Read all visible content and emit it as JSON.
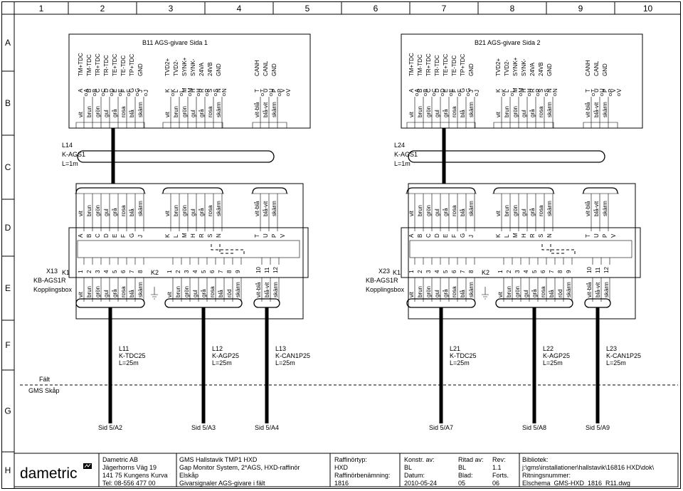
{
  "columns": [
    "1",
    "2",
    "3",
    "4",
    "5",
    "6",
    "7",
    "8",
    "9",
    "10"
  ],
  "rows": [
    "A",
    "B",
    "C",
    "D",
    "E",
    "F",
    "G",
    "H"
  ],
  "units": [
    {
      "title": "B11   AGS-givare Sida 1",
      "cable_top": {
        "id": "L14",
        "type": "K-AGS1",
        "len": "L=1m"
      },
      "box": {
        "id": "X13",
        "type": "KB-AGS1R",
        "name": "Kopplingsbox"
      },
      "field_cables": [
        {
          "id": "L11",
          "type": "K-TDC25",
          "len": "L=25m",
          "sheet": "Sid 5/A2"
        },
        {
          "id": "L12",
          "type": "K-AGP25",
          "len": "L=25m",
          "sheet": "Sid 5/A3"
        },
        {
          "id": "L13",
          "type": "K-CAN1P25",
          "len": "L=25m",
          "sheet": "Sid 5/A4"
        }
      ]
    },
    {
      "title": "B21   AGS-givare Sida 2",
      "cable_top": {
        "id": "L24",
        "type": "K-AGS1",
        "len": "L=1m"
      },
      "box": {
        "id": "X23",
        "type": "KB-AGS1R",
        "name": "Kopplingsbox"
      },
      "field_cables": [
        {
          "id": "L21",
          "type": "K-TDC25",
          "len": "L=25m",
          "sheet": "Sid 5/A7"
        },
        {
          "id": "L22",
          "type": "K-AGP25",
          "len": "L=25m",
          "sheet": "Sid 5/A8"
        },
        {
          "id": "L23",
          "type": "K-CAN1P25",
          "len": "L=25m",
          "sheet": "Sid 5/A9"
        }
      ]
    }
  ],
  "groups": [
    {
      "signals": [
        "TM+TDC",
        "TM-TDC",
        "TR+TDC",
        "TR-TDC",
        "TE+TDC",
        "TE-TDC",
        "TP+TDC",
        "GND"
      ],
      "pins": [
        "A",
        "B",
        "C",
        "D",
        "E",
        "F",
        "G",
        "J"
      ],
      "wires": [
        "vit",
        "brun",
        "grön",
        "gul",
        "grå",
        "rosa",
        "blå",
        "skärm"
      ],
      "k_label": "K1",
      "k_nums": [
        "1",
        "2",
        "3",
        "4",
        "5",
        "6",
        "7",
        "8"
      ],
      "k_wires": [
        "vit",
        "brun",
        "grön",
        "gul",
        "grå",
        "rosa",
        "blå",
        "skärm"
      ]
    },
    {
      "signals": [
        "TVD2+",
        "TVD2-",
        "SYNK+",
        "SYNK-",
        "24VA",
        "24VB",
        "GND"
      ],
      "pins": [
        "K",
        "L",
        "M",
        "H",
        "R",
        "S",
        "N"
      ],
      "wires": [
        "vit",
        "brun",
        "grön",
        "gul",
        "grå",
        "rosa",
        "skärm"
      ],
      "k_label": "K2",
      "k_nums": [
        "1",
        "2",
        "3",
        "4",
        "5",
        "6",
        "7",
        "8",
        "9"
      ],
      "k_wires": [
        "vit",
        "brun",
        "grön",
        "gul",
        "grå",
        "rosa",
        "blå",
        "röd",
        "skärm"
      ]
    },
    {
      "signals": [
        "CANH",
        "CANL",
        "GND",
        ""
      ],
      "pins": [
        "T",
        "U",
        "P",
        "V"
      ],
      "wires": [
        "vit-blå",
        "blå-vit",
        "skärm",
        ""
      ],
      "k_label": "",
      "k_nums": [
        "10",
        "11",
        "12"
      ],
      "k_wires": [
        "vit-blå",
        "blå-vit",
        "skärm"
      ]
    }
  ],
  "zone": {
    "upper": "Fält",
    "lower": "GMS Skåp"
  },
  "titleblock": {
    "logo": "dametric",
    "company": [
      "Dametric AB",
      "Jägerhorns Väg 19",
      "141 75  Kungens Kurva",
      "Tel: 08-556 477 00"
    ],
    "project": [
      "GMS Hallstavik TMP1 HXD",
      "Gap Monitor System, 2*AGS, HXD-raffinör",
      "Elskåp",
      "Givarsignaler AGS-givare i fält"
    ],
    "refiner": [
      "Raffinörtyp:",
      "HXD",
      "Raffinörbenämning:",
      "1816"
    ],
    "constr": [
      "Konstr. av:",
      "BL",
      "Datum:",
      "2010-05-24"
    ],
    "revby": [
      "Ritad av:",
      "BL",
      "Blad:",
      "05"
    ],
    "rev": [
      "Rev:",
      "1.1",
      "Forts.",
      "06"
    ],
    "library": [
      "Bibliotek:",
      "j:\\gms\\installationer\\hallstavik\\16816 HXD\\dok\\",
      "Ritningsnummer:",
      "Elschema_GMS-HXD_1816_R11.dwg"
    ]
  }
}
